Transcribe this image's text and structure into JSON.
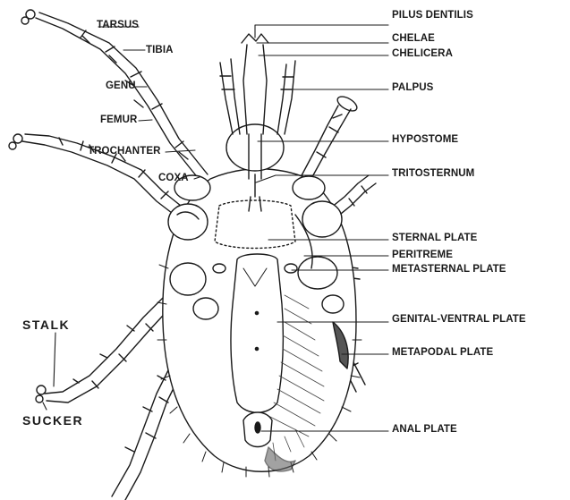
{
  "labels": {
    "tarsus": "TARSUS",
    "tibia": "TIBIA",
    "genu": "GENU",
    "femur": "FEMUR",
    "trochanter": "TROCHANTER",
    "coxa": "COXA",
    "stalk": "STALK",
    "sucker": "SUCKER",
    "pilus_dentilis": "PILUS DENTILIS",
    "chelae": "CHELAE",
    "chelicera": "CHELICERA",
    "palpus": "PALPUS",
    "hypostome": "HYPOSTOME",
    "tritosternum": "TRITOSTERNUM",
    "sternal_plate": "STERNAL PLATE",
    "peritreme": "PERITREME",
    "metasternal_plate": "METASTERNAL PLATE",
    "genital_ventral_plate": "GENITAL-VENTRAL PLATE",
    "metapodal_plate": "METAPODAL PLATE",
    "anal_plate": "ANAL PLATE"
  },
  "colors": {
    "ink": "#1a1a1a",
    "background": "#ffffff",
    "shade": "#555555"
  }
}
